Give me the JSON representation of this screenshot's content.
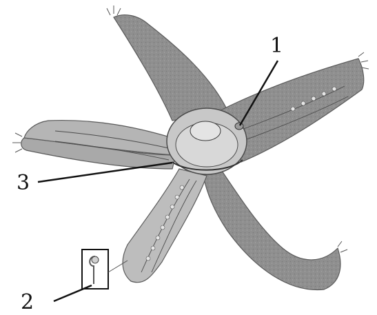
{
  "diagram": {
    "labels": [
      {
        "id": "label-1",
        "text": "1"
      },
      {
        "id": "label-2",
        "text": "2"
      },
      {
        "id": "label-3",
        "text": "3"
      }
    ]
  },
  "colors": {
    "background": "#ffffff",
    "arm_fill": "#8f8f8f",
    "arm_edge": "#5a5a5a",
    "disc_fill": "#c8c8c8",
    "organ_fill": "#d8d8d8",
    "line": "#111111"
  }
}
